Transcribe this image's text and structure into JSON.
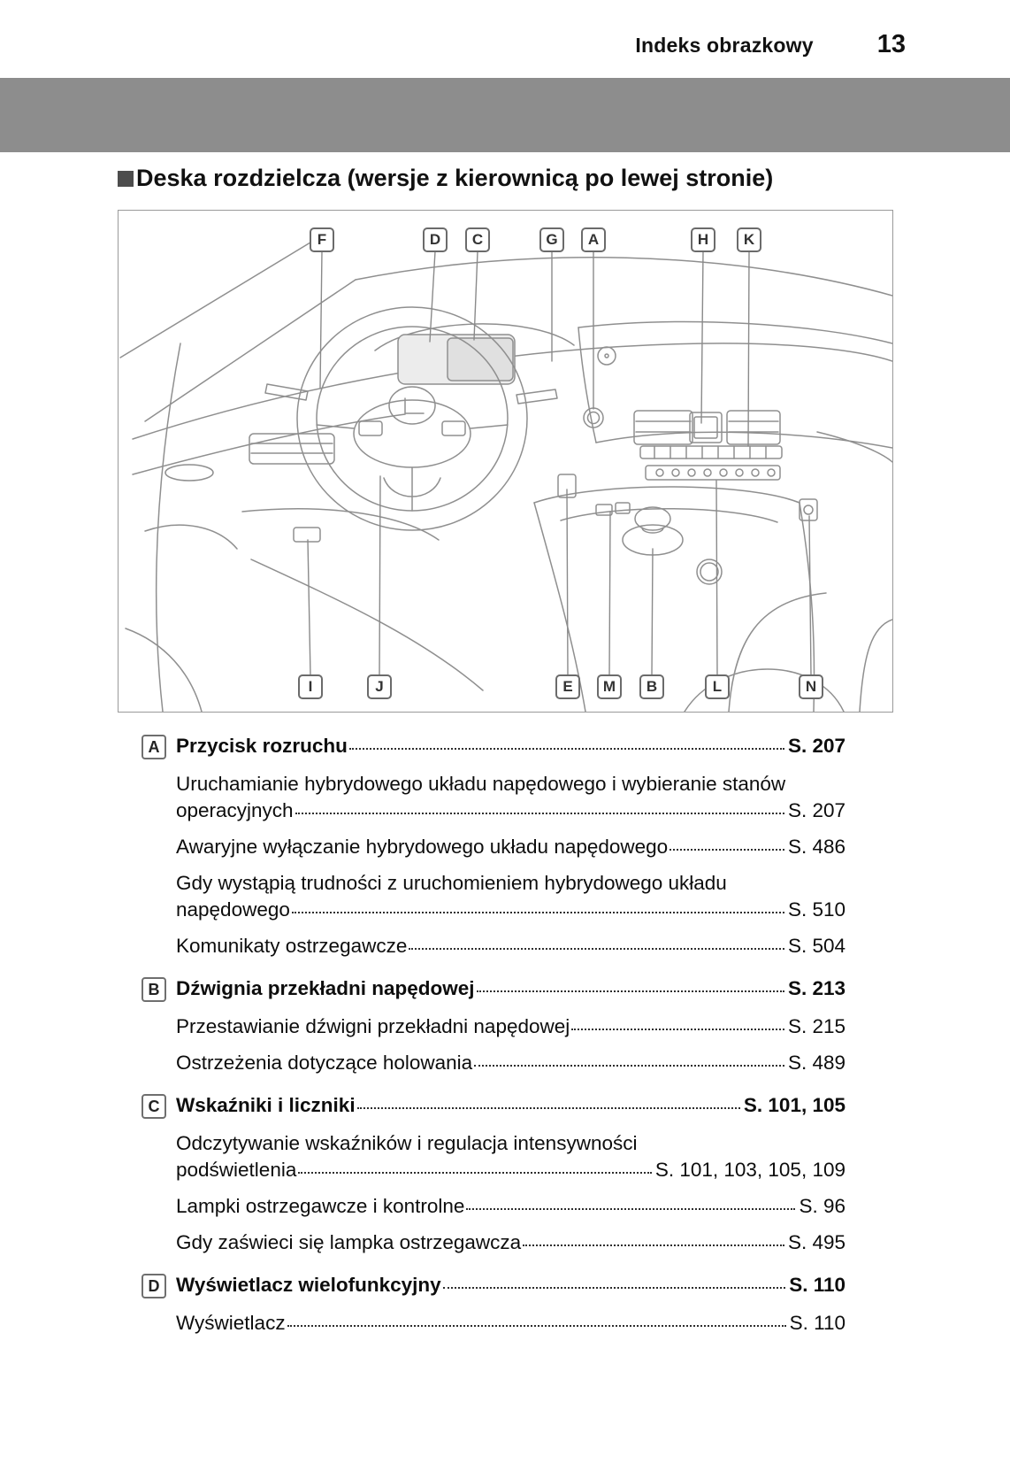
{
  "header": {
    "title": "Indeks obrazkowy",
    "page_number": "13"
  },
  "section": {
    "title": "Deska rozdzielcza (wersje z kierownicą po lewej stronie)"
  },
  "figure": {
    "callouts_top": [
      "F",
      "D",
      "C",
      "G",
      "A",
      "H",
      "K"
    ],
    "callouts_bottom": [
      "I",
      "J",
      "E",
      "M",
      "B",
      "L",
      "N"
    ]
  },
  "index": {
    "sections": [
      {
        "letter": "A",
        "title": "Przycisk rozruchu",
        "page": "S. 207",
        "subs": [
          {
            "line1": "Uruchamianie hybrydowego układu napędowego i wybieranie stanów",
            "line2": "operacyjnych",
            "page": "S. 207"
          },
          {
            "text": "Awaryjne wyłączanie hybrydowego układu napędowego",
            "page": "S. 486"
          },
          {
            "line1": "Gdy wystąpią trudności z uruchomieniem hybrydowego układu",
            "line2": "napędowego",
            "page": "S. 510"
          },
          {
            "text": "Komunikaty ostrzegawcze",
            "page": "S. 504"
          }
        ]
      },
      {
        "letter": "B",
        "title": "Dźwignia przekładni napędowej",
        "page": "S. 213",
        "subs": [
          {
            "text": "Przestawianie dźwigni przekładni napędowej",
            "page": "S. 215"
          },
          {
            "text": "Ostrzeżenia dotyczące holowania",
            "page": "S. 489"
          }
        ]
      },
      {
        "letter": "C",
        "title": "Wskaźniki i liczniki",
        "page": "S. 101, 105",
        "subs": [
          {
            "line1": "Odczytywanie wskaźników i regulacja intensywności",
            "line2": "podświetlenia",
            "page": "S. 101, 103, 105, 109"
          },
          {
            "text": "Lampki ostrzegawcze i kontrolne",
            "page": "S. 96"
          },
          {
            "text": "Gdy zaświeci się lampka ostrzegawcza",
            "page": "S. 495"
          }
        ]
      },
      {
        "letter": "D",
        "title": "Wyświetlacz wielofunkcyjny",
        "page": "S. 110",
        "subs": [
          {
            "text": "Wyświetlacz",
            "page": "S. 110"
          }
        ]
      }
    ]
  }
}
